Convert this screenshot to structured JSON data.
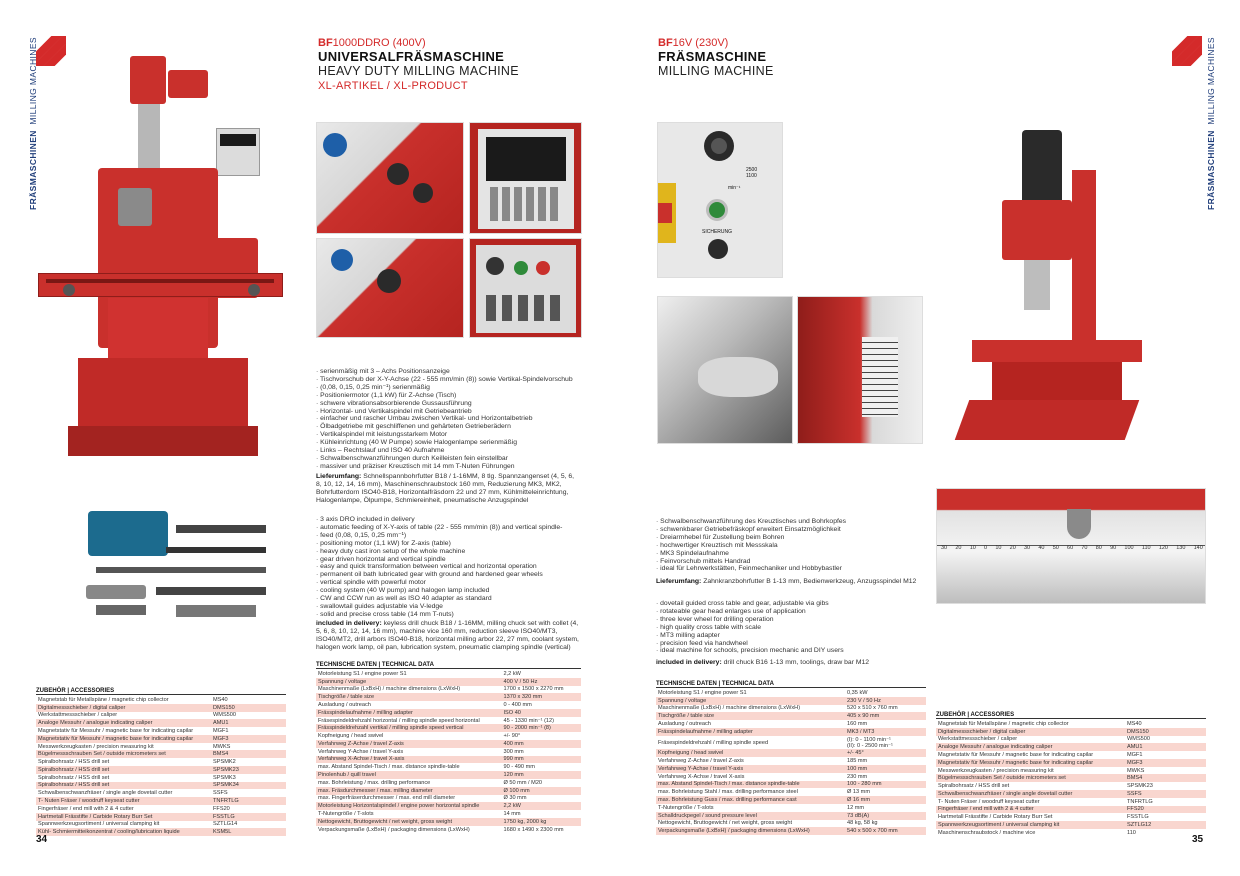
{
  "category": {
    "bold": "FRÄSMASCHINEN",
    "light": "MILLING MACHINES"
  },
  "left": {
    "code_bold": "BF",
    "code_rest": "1000DDRO (400V)",
    "title": "UNIVERSALFRÄSMASCHINE",
    "subtitle": "HEAVY DUTY MILLING MACHINE",
    "tag": "XL-ARTIKEL / XL-PRODUCT",
    "features_de": [
      "serienmäßig mit 3 – Achs Positionsanzeige",
      "Tischvorschub der X-Y-Achse (22 - 555 mm/min (8)) sowie Vertikal-Spindelvorschub",
      "(0,08, 0,15, 0,25 min⁻¹) serienmäßig",
      "Positioniermotor (1,1 kW) für Z-Achse (Tisch)",
      "schwere vibrationsabsorbierende Gussausführung",
      "Horizontal- und Vertikalspindel mit Getriebeantrieb",
      "einfacher und rascher Umbau zwischen Vertikal- und Horizontalbetrieb",
      "Ölbadgetriebe mit geschliffenen und gehärteten Getrieberädern",
      "Vertikalspindel mit leistungsstarkem Motor",
      "Kühleinrichtung (40 W Pumpe) sowie Halogenlampe serienmäßig",
      "Links – Rechtslauf und ISO 40 Aufnahme",
      "Schwalbenschwanzführungen durch Keilleisten fein einstellbar",
      "massiver und präziser Kreuztisch mit 14 mm T-Nuten Führungen"
    ],
    "scope_de_label": "Lieferumfang:",
    "scope_de": " Schnellspannbohrfutter B18 / 1-16MM, 8 tlg. Spannzangenset (4, 5, 6, 8, 10, 12, 14, 16 mm), Maschinenschraubstock 160 mm, Reduzierung MK3, MK2, Bohrfutterdorn ISO40-B18, Horizontalfräsdorn 22 und 27 mm, Kühlmitteleinrichtung, Halogenlampe, Ölpumpe, Schmiereinheit, pneumatische Anzugspindel",
    "features_en": [
      "3 axis DRO included in delivery",
      "automatic feeding of X-Y-axis of table (22 - 555 mm/min (8)) and vertical spindle-",
      "feed (0,08, 0,15, 0,25 mm⁻¹)",
      "positioning motor (1,1 kW) for Z-axis (table)",
      "heavy duty cast iron setup of the whole machine",
      "gear driven horizontal and vertical spindle",
      "easy and quick transformation between vertical and horizontal operation",
      "permanent oil bath lubricated gear with ground and hardened gear wheels",
      "vertical spindle with powerful motor",
      "cooling system (40 W pump) and halogen lamp included",
      "CW and CCW run as well as ISO 40 adapter as standard",
      "swallowtail guides adjustable via V-ledge",
      "solid and precise cross table (14 mm T-nuts)"
    ],
    "scope_en_label": "included in delivery:",
    "scope_en": " keyless drill chuck B18 / 1-16MM, milling chuck set with collet (4, 5, 6, 8, 10, 12, 14, 16 mm), machine vice 160 mm, reduction sleeve ISO40/MT3, ISO40/MT2, drill arbors ISO40-B18, horizontal milling arbor 22, 27 mm, coolant system, halogen work lamp, oil pan, lubrication system, pneumatic clamping spindle (vertical)",
    "tech_title": "TECHNISCHE DATEN | TECHNICAL DATA",
    "tech_rows": [
      [
        "Motorleistung S1 / engine power S1",
        "2,2 kW"
      ],
      [
        "Spannung / voltage",
        "400 V / 50 Hz"
      ],
      [
        "Maschinenmaße (LxBxH) / machine dimensions (LxWxH)",
        "1700 x 1500 x 2270 mm"
      ],
      [
        "Tischgröße / table size",
        "1370 x 320 mm"
      ],
      [
        "Ausladung / outreach",
        "0 - 400 mm"
      ],
      [
        "Frässpindelaufnahme / milling adapter",
        "ISO 40"
      ],
      [
        "Fräsespindeldrehzahl horizontal / milling spindle speed horizontal",
        "45 - 1330 min⁻¹ (12)"
      ],
      [
        "Frässpindeldrehzahl vertikal / milling spindle speed vertical",
        "90 - 2000 min⁻¹ (8)"
      ],
      [
        "Kopfneigung / head swivel",
        "+/- 90°"
      ],
      [
        "Verfahrweg Z-Achse / travel Z-axis",
        "400 mm"
      ],
      [
        "Verfahrweg Y-Achse / travel Y-axis",
        "300 mm"
      ],
      [
        "Verfahrweg X-Achse / travel X-axis",
        "990 mm"
      ],
      [
        "max. Abstand Spindel-Tisch / max. distance spindle-table",
        "90 - 490 mm"
      ],
      [
        "Pinolenhub / quill travel",
        "120 mm"
      ],
      [
        "max. Bohrleistung / max. drilling performance",
        "Ø 50 mm / M20"
      ],
      [
        "max. Fräsdurchmesser / max. milling diameter",
        "Ø 100 mm"
      ],
      [
        "max. Fingerfräserdurchmesser / max. end mill diameter",
        "Ø 30 mm"
      ],
      [
        "Motorleistung Horizontalspindel / engine power horizontal spindle",
        "2,2 kW"
      ],
      [
        "T-Nutengröße / T-slots",
        "14 mm"
      ],
      [
        "Nettogewicht, Bruttogewicht / net weight, gross weight",
        "1750 kg, 2000 kg"
      ],
      [
        "Verpackungsmaße (LxBxH) / packaging dimensions (LxWxH)",
        "1680 x 1490 x 2300 mm"
      ]
    ],
    "acc_title": "ZUBEHÖR | ACCESSORIES",
    "acc_rows": [
      [
        "Magnetstab für Metallspäne / magnetic chip collector",
        "MS40"
      ],
      [
        "Digitalmessschieber / digital caliper",
        "DMS150"
      ],
      [
        "Werkstattmessschieber / caliper",
        "WMS500"
      ],
      [
        "Analoge Messuhr / analogue indicating caliper",
        "AMU1"
      ],
      [
        "Magnetstativ für Messuhr / magnetic base for indicating capilar",
        "MGF1"
      ],
      [
        "Magnetstativ für Messuhr / magnetic base for indicating capilar",
        "MGF3"
      ],
      [
        "Messwerkzeugkasten / precision measuring kit",
        "MWKS"
      ],
      [
        "Bügelmessschrauben Set / outside micrometers set",
        "BMS4"
      ],
      [
        "Spiralbohrsatz / HSS drill set",
        "SPSMK2"
      ],
      [
        "Spiralbohrsatz / HSS drill set",
        "SPSMK23"
      ],
      [
        "Spiralbohrsatz / HSS drill set",
        "SPSMK3"
      ],
      [
        "Spiralbohrsatz / HSS drill set",
        "SPSMK34"
      ],
      [
        "Schwalbenschwanzfräser / single angle dovetail cutter",
        "SSFS"
      ],
      [
        "T- Nuten Fräser / woodruff keyseat cutter",
        "TNFRTLG"
      ],
      [
        "Fingerfräser / end mill with 2 & 4 cutter",
        "FFS20"
      ],
      [
        "Hartmetall Frässtifte / Carbide Rotary Burr Set",
        "FSSTLG"
      ],
      [
        "Spannwerkzeugsortiment / universal clamping kit",
        "SZTLG14"
      ],
      [
        "Kühl- Schmiermitteikonzentrat / cooling/lubrication liquide",
        "KSM5L"
      ]
    ],
    "page_number": "34"
  },
  "right": {
    "code_bold": "BF",
    "code_rest": "16V (230V)",
    "title": "FRÄSMASCHINE",
    "subtitle": "MILLING MACHINE",
    "panel_label": "SICHERUNG",
    "panel_speed": "2500\n1100",
    "panel_unit": "min⁻¹",
    "features_de": [
      "Schwalbenschwanzführung des Kreuztisches und Bohrkopfes",
      "schwenkbarer Getriebefräskopf erweitert Einsatzmöglichkeit",
      "Dreiarmhebel für Zustellung beim Bohren",
      "hochwertiger Kreuztisch mit Messskala",
      "MK3 Spindelaufnahme",
      "Feinvorschub mittels Handrad",
      "ideal für Lehrwerkstätten, Feinmechaniker und Hobbybastler"
    ],
    "scope_de_label": "Lieferumfang:",
    "scope_de": " Zahnkranzbohrfutter B 1-13 mm, Bedienwerkzeug, Anzugsspindel M12",
    "features_en": [
      "dovetail guided cross table and gear, adjustable via gibs",
      "rotateable gear head enlarges use of application",
      "three lever wheel for drilling operation",
      "high quality cross table with scale",
      "MT3 milling adapter",
      "precision feed via handwheel",
      "ideal machine for schools, precision mechanic and DIY users"
    ],
    "scope_en_label": "included in delivery:",
    "scope_en": " drill chuck B16 1-13 mm, toolings, draw bar M12",
    "tech_title": "TECHNISCHE DATEN | TECHNICAL DATA",
    "tech_rows": [
      [
        "Motorleistung S1 / engine power S1",
        "0,35 kW"
      ],
      [
        "Spannung / voltage",
        "230 V / 50 Hz"
      ],
      [
        "Maschinenmaße (LxBxH) / machine dimensions (LxWxH)",
        "520 x 510 x 760 mm"
      ],
      [
        "Tischgröße / table size",
        "405 x 90 mm"
      ],
      [
        "Ausladung / outreach",
        "160 mm"
      ],
      [
        "Frässpindelaufnahme / milling adapter",
        "MK3 / MT3"
      ],
      [
        "Fräsespindeldrehzahl / milling spindle speed",
        "(I): 0 - 1100 min⁻¹\n(II): 0 - 2500 min⁻¹"
      ],
      [
        "Kopfneigung / head swivel",
        "+/- 45°"
      ],
      [
        "Verfahrweg Z-Achse / travel Z-axis",
        "185 mm"
      ],
      [
        "Verfahrweg Y-Achse / travel Y-axis",
        "100 mm"
      ],
      [
        "Verfahrweg X-Achse / travel X-axis",
        "230 mm"
      ],
      [
        "max. Abstand Spindel-Tisch / max. distance spindle-table",
        "100 - 280 mm"
      ],
      [
        "max. Bohrleistung Stahl / max. drilling performance steel",
        "Ø 13 mm"
      ],
      [
        "max. Bohrleistung Guss / max. drilling performance cast",
        "Ø 16 mm"
      ],
      [
        "T-Nutengröße / T-slots",
        "12 mm"
      ],
      [
        "Schalldruckpegel / sound pressure level",
        "73 dB(A)"
      ],
      [
        "Nettogewicht, Bruttogewicht / net weight, gross weight",
        "48 kg, 58 kg"
      ],
      [
        "Verpackungsmaße (LxBxH) / packaging dimensions (LxWxH)",
        "540 x 500 x 700 mm"
      ]
    ],
    "acc_title": "ZUBEHÖR | ACCESSORIES",
    "acc_rows": [
      [
        "Magnetstab für Metallspäne / magnetic chip collector",
        "MS40"
      ],
      [
        "Digitalmessschieber / digital caliper",
        "DMS150"
      ],
      [
        "Werkstattmessschieber / caliper",
        "WMS500"
      ],
      [
        "Analoge Messuhr / analogue indicating caliper",
        "AMU1"
      ],
      [
        "Magnetstativ für Messuhr / magnetic base for indicating capilar",
        "MGF1"
      ],
      [
        "Magnetstativ für Messuhr / magnetic base for indicating capilar",
        "MGF3"
      ],
      [
        "Messwerkzeugkasten / precision measuring kit",
        "MWKS"
      ],
      [
        "Bügelmessschrauben Set / outside micrometers set",
        "BMS4"
      ],
      [
        "Spiralbohrsatz / HSS drill set",
        "SPSMK23"
      ],
      [
        "Schwalbenschwanzfräser / single angle dovetail cutter",
        "SSFS"
      ],
      [
        "T- Nuten Fräser / woodruff keyseat cutter",
        "TNFRTLG"
      ],
      [
        "Fingerfräser / end mill with 2 & 4 cutter",
        "FFS20"
      ],
      [
        "Hartmetall Frässtifte / Carbide Rotary Burr Set",
        "FSSTLG"
      ],
      [
        "Spannwerkzeugsortiment / universal clamping kit",
        "SZTLG12"
      ],
      [
        "Maschinenschraubstock / machine vice",
        "110"
      ]
    ],
    "scale_numbers": [
      "30",
      "20",
      "10",
      "0",
      "10",
      "20",
      "30",
      "40",
      "50",
      "60",
      "70",
      "80",
      "90",
      "100",
      "110",
      "120",
      "130",
      "140"
    ],
    "page_number": "35"
  },
  "colors": {
    "brand_red": "#d42a2a",
    "brand_blue": "#1f3d7a",
    "row_highlight": "#f9d6cf"
  }
}
